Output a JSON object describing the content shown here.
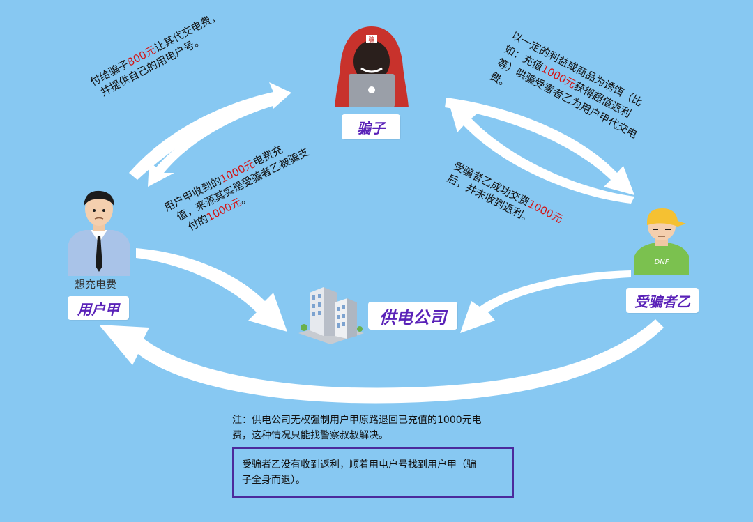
{
  "nodes": {
    "scammer": "骗子",
    "user_a": "用户甲",
    "user_a_caption": "想充电费",
    "victim_b": "受骗者乙",
    "company": "供电公司"
  },
  "edges": {
    "a_to_scammer": {
      "line1_pre": "付给骗子",
      "line1_amount": "800元",
      "line1_post": "让其代交电费，",
      "line2": "并提供自己的用电户号。"
    },
    "scammer_to_b": {
      "line1": "以一定的利益或商品为诱饵（比",
      "line2_pre": "如：充值",
      "line2_amount": "1000元",
      "line2_post": "获得超值返利",
      "line3": "等）哄骗受害者乙为用户甲代交电",
      "line4": "费。"
    },
    "a_received": {
      "line1_pre": "用户甲收到的",
      "line1_amount": "1000元",
      "line1_post": "电费充",
      "line2": "值，来源其实是受骗者乙被骗支",
      "line3_pre": "付的",
      "line3_amount": "1000元",
      "line3_post": "。"
    },
    "b_paid": {
      "line1_pre": "受骗者乙成功交费",
      "line1_amount": "1000元",
      "line2": "后，并未收到返利。"
    }
  },
  "note": {
    "line1": "注：供电公司无权强制用户甲原路退回已充值的1000元电",
    "line2": "费，这种情况只能找警察叔叔解决。"
  },
  "box": {
    "line1": "受骗者乙没有收到返利，顺着用电户号找到用户甲（骗",
    "line2": "子全身而退）。"
  },
  "colors": {
    "background": "#87c8f2",
    "badge_text": "#5a22b8",
    "amount": "#d41414",
    "arrow": "#ffffff"
  },
  "icons": {
    "scammer": "hooded-hacker-icon",
    "user_a": "office-man-icon",
    "victim_b": "cap-man-icon",
    "company": "office-building-icon"
  }
}
